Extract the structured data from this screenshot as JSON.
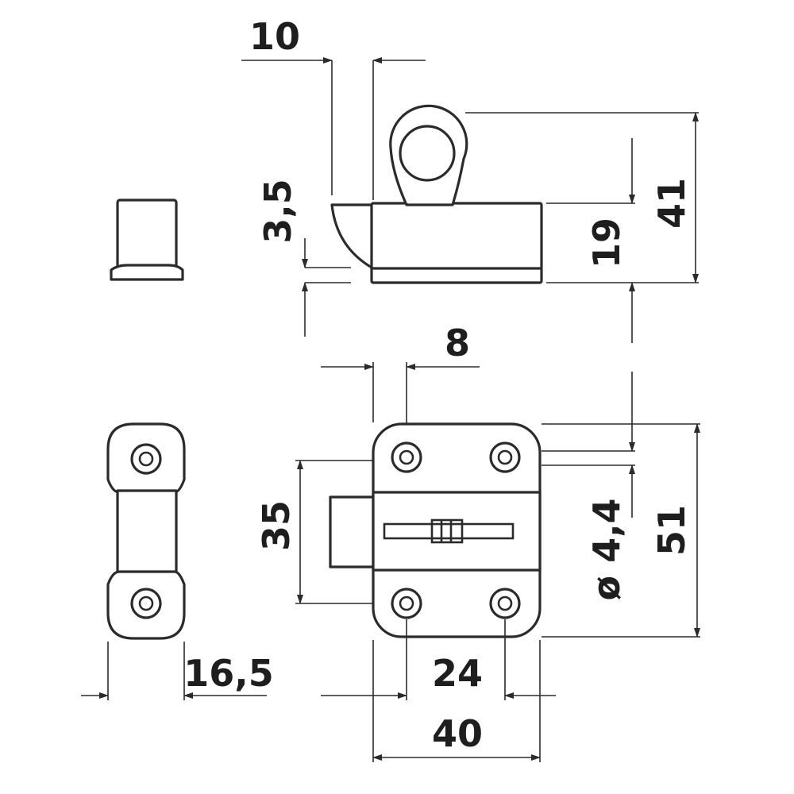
{
  "dimensions": {
    "top_width": "10",
    "lip_height": "3,5",
    "base_height": "19",
    "total_height": "41",
    "bolt_width": "8",
    "hole_diameter": "ø 4,4",
    "plate_height": "51",
    "slot_height": "35",
    "hole_spacing": "24",
    "plate_width": "40",
    "keeper_width": "16,5"
  },
  "colors": {
    "line": "#2b2b2b",
    "text": "#1e1e1e",
    "background": "#ffffff"
  }
}
